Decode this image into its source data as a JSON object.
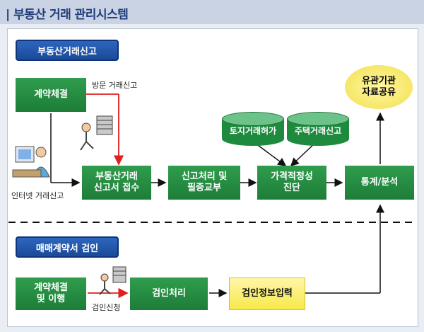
{
  "title": "| 부동산 거래 관리시스템",
  "sections": {
    "report": "부동산거래신고",
    "inspection": "매매계약서 검인"
  },
  "nodes": {
    "contract": "계약체결",
    "receipt": "부동산거래\n신고서 접수",
    "process": "신고처리 및\n필증교부",
    "appraisal": "가격적정성\n진단",
    "stats": "통계/분석",
    "share": "유관기관\n자료공유",
    "db_land": "토지거래허가",
    "db_house": "주택거래신고",
    "contract2": "계약체결\n및 이행",
    "inspect": "검인처리",
    "inspect_input": "검인정보입력"
  },
  "labels": {
    "visit": "방문 거래신고",
    "internet": "인터넷 거래신고",
    "inspect_apply": "검인신청"
  },
  "colors": {
    "accent": "#1b4a98",
    "green": "#1d7d38",
    "yellow": "#f7e84a",
    "red": "#e02020"
  }
}
